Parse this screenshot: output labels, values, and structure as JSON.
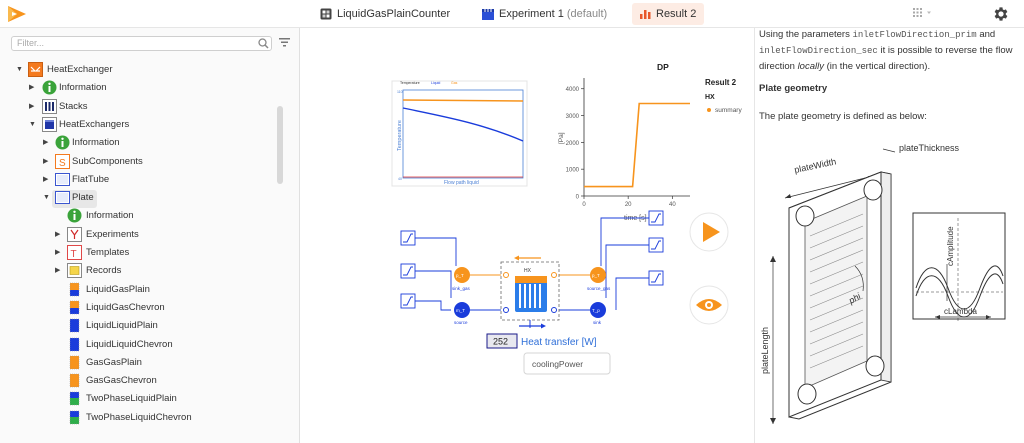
{
  "tabs": [
    {
      "label": "LiquidGasPlainCounter",
      "suffix": ""
    },
    {
      "label": "Experiment 1",
      "suffix": " (default)"
    },
    {
      "label": "Result 2",
      "suffix": ""
    }
  ],
  "sidebar": {
    "filter_placeholder": "Filter...",
    "items": [
      {
        "label": "HeatExchanger",
        "level": 0,
        "arrow": "expanded",
        "icon": "heat-exchanger-icon"
      },
      {
        "label": "Information",
        "level": 1,
        "arrow": "collapsed",
        "icon": "info-icon"
      },
      {
        "label": "Stacks",
        "level": 1,
        "arrow": "collapsed",
        "icon": "stacks-icon"
      },
      {
        "label": "HeatExchangers",
        "level": 1,
        "arrow": "expanded",
        "icon": "package-icon"
      },
      {
        "label": "Information",
        "level": 2,
        "arrow": "collapsed",
        "icon": "info-icon"
      },
      {
        "label": "SubComponents",
        "level": 2,
        "arrow": "collapsed",
        "icon": "subcomponents-icon"
      },
      {
        "label": "FlatTube",
        "level": 2,
        "arrow": "collapsed",
        "icon": "model-icon"
      },
      {
        "label": "Plate",
        "level": 2,
        "arrow": "expanded",
        "icon": "model-icon"
      },
      {
        "label": "Information",
        "level": 3,
        "arrow": "none",
        "icon": "info-icon"
      },
      {
        "label": "Experiments",
        "level": 3,
        "arrow": "collapsed",
        "icon": "experiments-icon"
      },
      {
        "label": "Templates",
        "level": 3,
        "arrow": "collapsed",
        "icon": "templates-icon"
      },
      {
        "label": "Records",
        "level": 3,
        "arrow": "collapsed",
        "icon": "records-icon"
      },
      {
        "label": "LiquidGasPlain",
        "level": 3,
        "arrow": "none",
        "icon": "lg-model-icon"
      },
      {
        "label": "LiquidGasChevron",
        "level": 3,
        "arrow": "none",
        "icon": "lg-model-icon"
      },
      {
        "label": "LiquidLiquidPlain",
        "level": 3,
        "arrow": "none",
        "icon": "ll-model-icon"
      },
      {
        "label": "LiquidLiquidChevron",
        "level": 3,
        "arrow": "none",
        "icon": "ll-model-icon"
      },
      {
        "label": "GasGasPlain",
        "level": 3,
        "arrow": "none",
        "icon": "gg-model-icon"
      },
      {
        "label": "GasGasChevron",
        "level": 3,
        "arrow": "none",
        "icon": "gg-model-icon"
      },
      {
        "label": "TwoPhaseLiquidPlain",
        "level": 3,
        "arrow": "none",
        "icon": "tp-model-icon"
      },
      {
        "label": "TwoPhaseLiquidChevron",
        "level": 3,
        "arrow": "none",
        "icon": "tp-model-icon"
      }
    ]
  },
  "diagram": {
    "temp_legend": [
      "Temperature",
      "Liquid",
      "Gas"
    ],
    "temp_ylabel": "Temperature",
    "temp_xlabel": "Flow path liquid",
    "temp_ytop": "110",
    "temp_ybot": "40",
    "hx_label": "HX",
    "port_labels": {
      "sink_gas": "sink_gas",
      "source_gas": "source_gas",
      "source": "source",
      "sink": "sink"
    },
    "node_labels": {
      "a": "p_T",
      "b": "p_T",
      "c": "m_T",
      "d": "T_p"
    },
    "heat_value": "252",
    "heat_label": "Heat transfer [W]",
    "cooling_label": "coolingPower"
  },
  "dp_chart": {
    "title": "DP",
    "legend_title": "Result 2",
    "legend_group": "HX",
    "legend_series": "summary",
    "ylabel": "[Pa]",
    "xlabel": "time [s]",
    "ytick_labels": [
      "0",
      "1000",
      "2000",
      "3000",
      "4000"
    ],
    "xtick_labels": [
      "0",
      "20",
      "40"
    ]
  },
  "chart_data": {
    "type": "line",
    "title": "DP",
    "xlabel": "time [s]",
    "ylabel": "[Pa]",
    "xlim": [
      0,
      48
    ],
    "ylim": [
      0,
      4400
    ],
    "series": [
      {
        "name": "summary",
        "x": [
          0,
          22,
          25,
          48
        ],
        "y": [
          350,
          350,
          3450,
          3450
        ],
        "color": "#f7941d"
      }
    ]
  },
  "doc": {
    "p1_a": "Using the parameters ",
    "p1_code1": "inletFlowDirection_prim",
    "p1_b": " and ",
    "p1_code2": "inletFlowDirection_sec",
    "p1_c": " it is possible to reverse the flow direction ",
    "p1_em": "locally",
    "p1_d": " (in the vertical direction).",
    "heading": "Plate geometry",
    "p2": "The plate geometry is defined as below:",
    "fig_labels": {
      "thickness": "plateThickness",
      "width": "plateWidth",
      "length": "plateLength",
      "phi": "phi",
      "amplitude": "cAmplitude",
      "lambda": "cLambda"
    }
  },
  "colors": {
    "accent": "#f7941d",
    "blue": "#1a3cdb",
    "link_blue": "#2f6fd8",
    "sidebar_bg": "#fafafa"
  }
}
